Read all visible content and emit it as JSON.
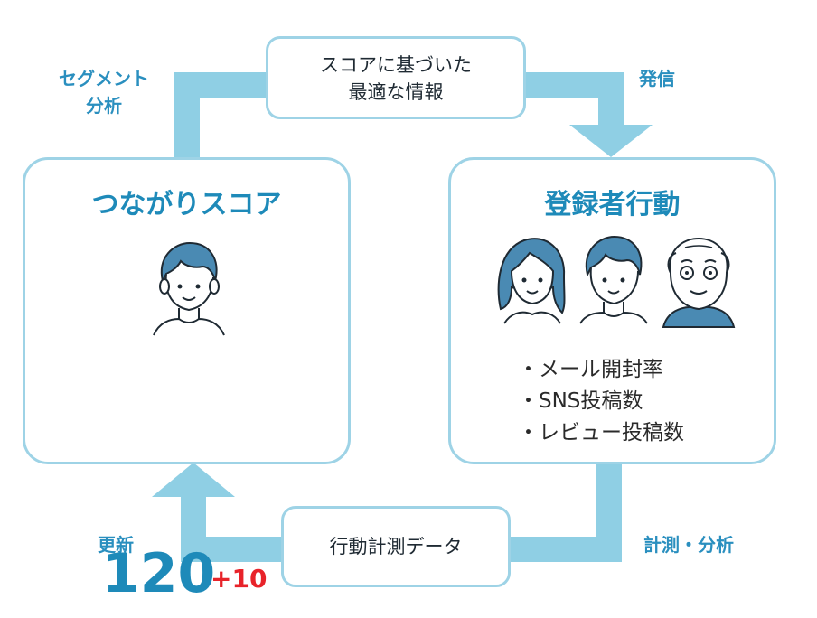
{
  "top_box": {
    "line1": "スコアに基づいた",
    "line2": "最適な情報"
  },
  "labels": {
    "segment_line1": "セグメント",
    "segment_line2": "分析",
    "send": "発信",
    "update": "更新",
    "measure": "計測・分析"
  },
  "bottom_box": {
    "text": "行動計測データ"
  },
  "score_card": {
    "title": "つながりスコア",
    "score": "120",
    "delta": "+10"
  },
  "behavior_card": {
    "title": "登録者行動",
    "items": [
      "・メール開封率",
      "・SNS投稿数",
      "・レビュー投稿数"
    ]
  },
  "colors": {
    "flow": "#8fcfe4",
    "accent": "#1e8ab9",
    "delta": "#e8232a",
    "hair": "#4a8ab3"
  }
}
